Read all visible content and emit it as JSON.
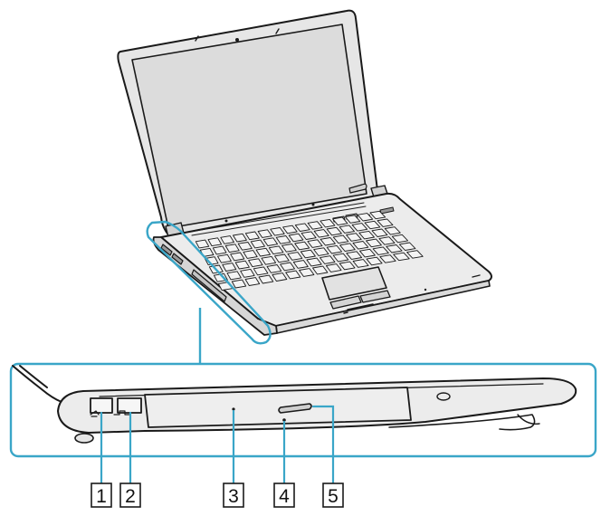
{
  "colors": {
    "accent": "#3aa6c8",
    "outline": "#1a1a1a",
    "body_fill": "#ececec",
    "screen_fill": "#d9d9d9",
    "keyboard_fill": "#dedede"
  },
  "callouts": [
    {
      "number": "1",
      "target": "modem-port"
    },
    {
      "number": "2",
      "target": "network-port"
    },
    {
      "number": "3",
      "target": "optical-disc-drive"
    },
    {
      "number": "4",
      "target": "manual-eject-hole"
    },
    {
      "number": "5",
      "target": "eject-button"
    }
  ]
}
